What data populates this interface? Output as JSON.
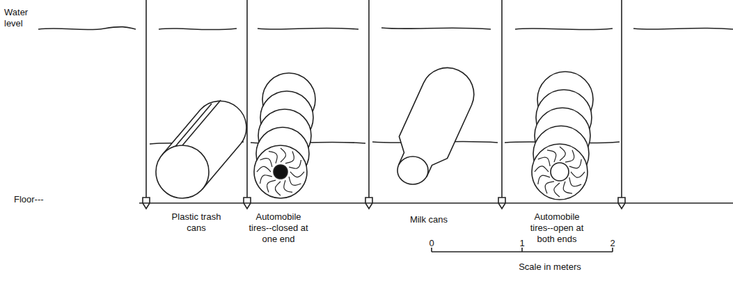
{
  "diagram": {
    "labels": [
      "Water level",
      "Floor---",
      "Plastic trash cans",
      "Automobile tires--closed at one end",
      "Milk cans",
      "Automobile tires--open at both ends",
      "0",
      "1",
      "2",
      "Scale in meters"
    ]
  }
}
